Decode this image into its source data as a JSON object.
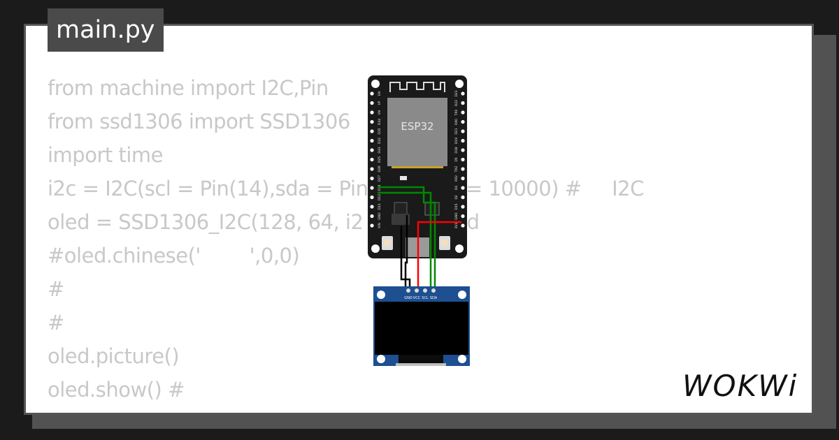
{
  "file_tab": {
    "label": "main.py"
  },
  "code_lines": [
    "from machine import I2C,Pin",
    "from ssd1306 import SSD1306",
    "import time",
    "i2c = I2C(scl = Pin(14),sda = Pin                = 10000) #     I2C",
    "oled = SSD1306_I2C(128, 64, i2                 d",
    "#oled.chinese('        ',0,0)",
    "#",
    "#",
    "oled.picture()",
    "oled.show() #"
  ],
  "esp32": {
    "chip_label": "ESP32",
    "left_pins": [
      "EN",
      "VP",
      "VN",
      "D34",
      "D35",
      "D32",
      "D33",
      "D25",
      "D26",
      "D27",
      "D14",
      "D12",
      "D13",
      "GND",
      "VIN"
    ],
    "right_pins": [
      "D23",
      "D22",
      "TX0",
      "RX0",
      "D21",
      "D19",
      "D18",
      "D5",
      "TX2",
      "RX2",
      "D4",
      "D2",
      "D15",
      "GND",
      "3V3"
    ]
  },
  "oled": {
    "pins": [
      "GND",
      "VCC",
      "SCL",
      "SDA"
    ]
  },
  "wires": {
    "gnd_color": "#000000",
    "vcc_color": "#ff0000",
    "signal_color": "#008800"
  },
  "logo": {
    "text": "WOKWi"
  },
  "colors": {
    "code_text": "#c8c8c8",
    "tab_bg": "#4a4a4a",
    "board_bg": "#1a1a1a",
    "oled_pcb": "#1d4f91"
  }
}
